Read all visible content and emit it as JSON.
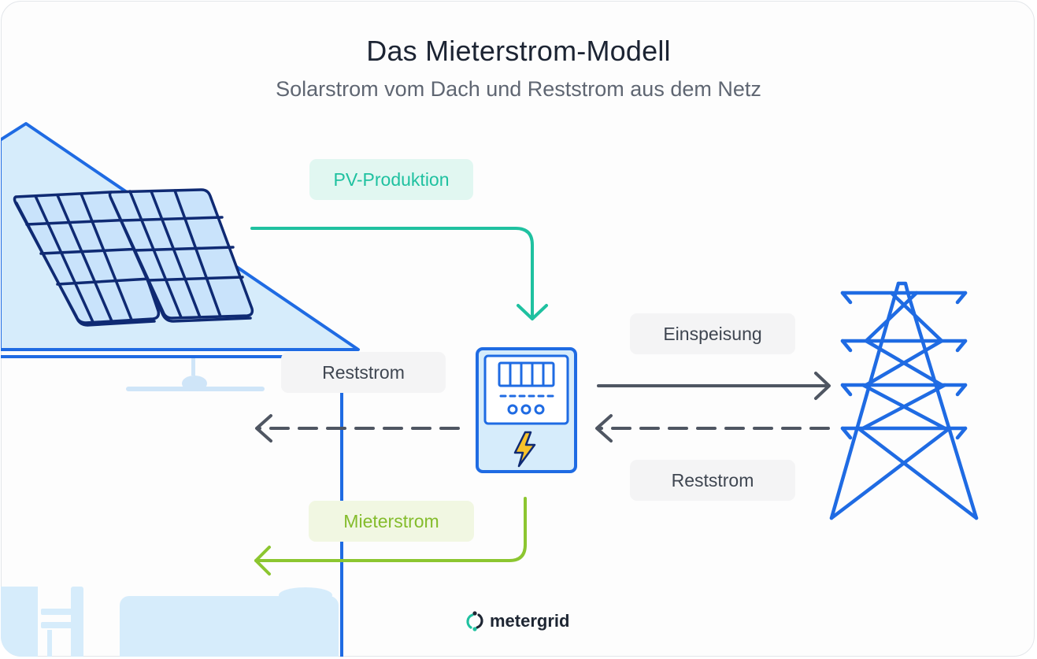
{
  "title": "Das Mieterstrom-Modell",
  "subtitle": "Solarstrom vom Dach und Reststrom aus dem Netz",
  "labels": {
    "pv_production": "PV-Produktion",
    "residual_left": "Reststrom",
    "feed_in": "Einspeisung",
    "residual_right": "Reststrom",
    "tenant_power": "Mieterstrom"
  },
  "logo": {
    "text": "metergrid",
    "icon": "metergrid-logo-icon"
  },
  "icons": {
    "house": "house-icon",
    "solar_panels": "solar-panel-icon",
    "meter": "electricity-meter-icon",
    "lightning": "lightning-icon",
    "pylon": "power-pylon-icon"
  },
  "colors": {
    "pv_flow": "#1fc1a0",
    "tenant_flow": "#8cc630",
    "grid_flow": "#4f5662",
    "outline_blue": "#1f6be3",
    "panel_navy": "#0f2a73",
    "fill_light_blue": "#d6ecfb",
    "lightning_yellow": "#f8c22a"
  }
}
